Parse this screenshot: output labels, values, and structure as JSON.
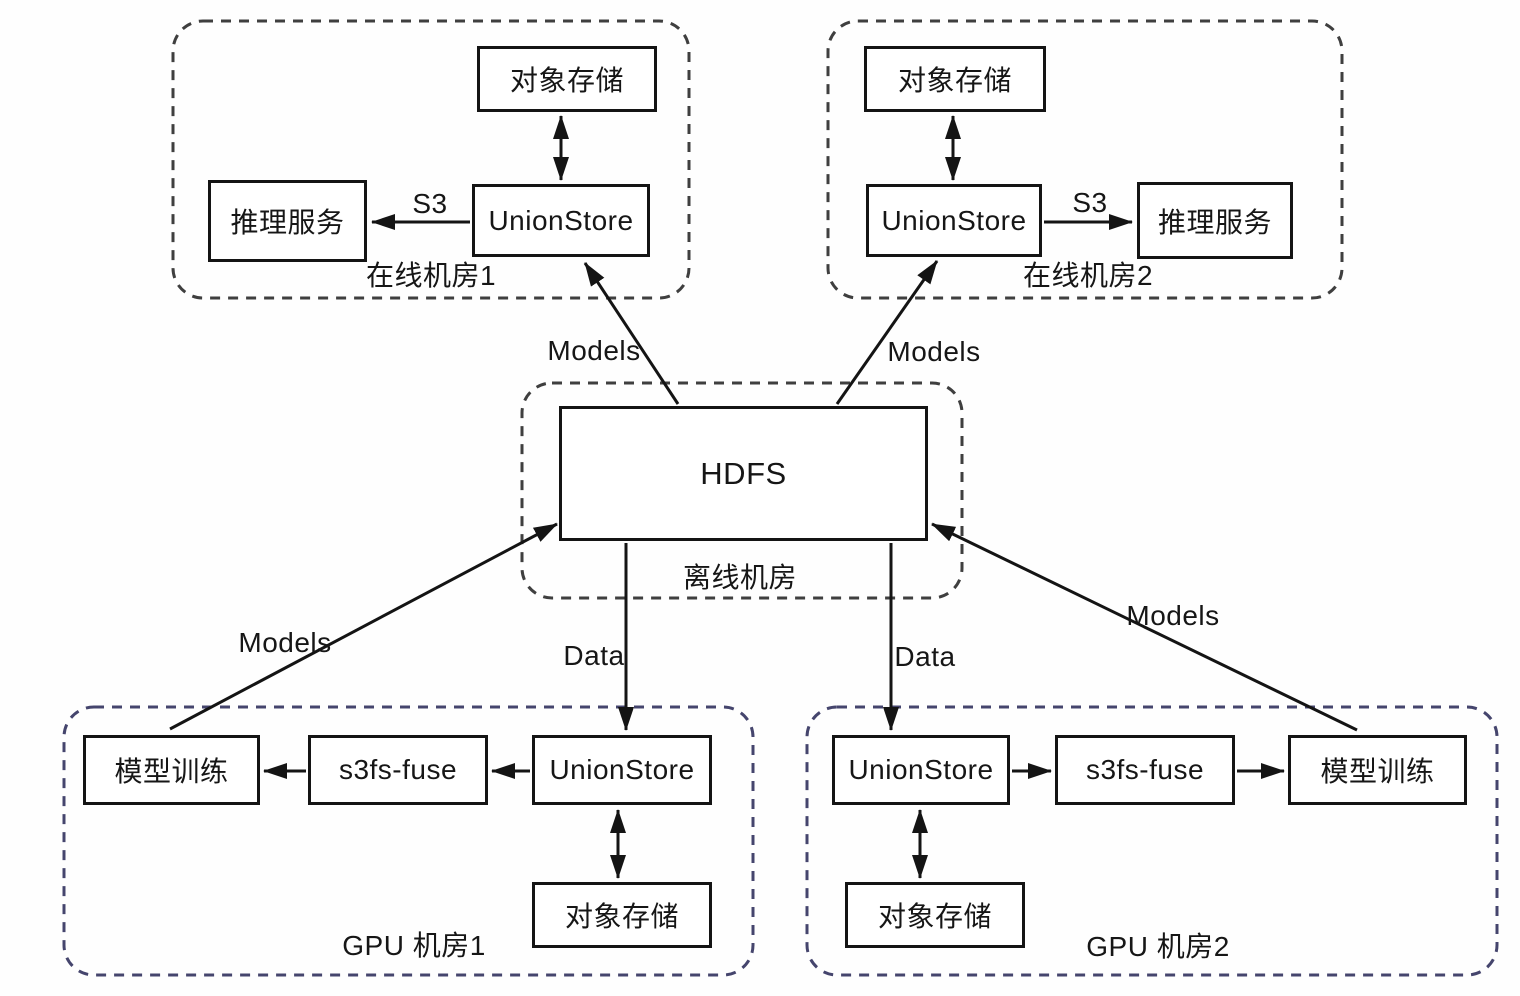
{
  "groups": {
    "online1": {
      "label": "在线机房1"
    },
    "online2": {
      "label": "在线机房2"
    },
    "offline": {
      "label": "离线机房"
    },
    "gpu1": {
      "label": "GPU 机房1"
    },
    "gpu2": {
      "label": "GPU 机房2"
    }
  },
  "nodes": {
    "online1_object_storage": "对象存储",
    "online1_unionstore": "UnionStore",
    "online1_inference": "推理服务",
    "online2_object_storage": "对象存储",
    "online2_unionstore": "UnionStore",
    "online2_inference": "推理服务",
    "hdfs": "HDFS",
    "gpu1_training": "模型训练",
    "gpu1_s3fs_fuse": "s3fs-fuse",
    "gpu1_unionstore": "UnionStore",
    "gpu1_object_storage": "对象存储",
    "gpu2_unionstore": "UnionStore",
    "gpu2_s3fs_fuse": "s3fs-fuse",
    "gpu2_training": "模型训练",
    "gpu2_object_storage": "对象存储"
  },
  "edge_labels": {
    "online1_s3": "S3",
    "online2_s3": "S3",
    "models_top_left": "Models",
    "models_top_right": "Models",
    "models_bottom_left": "Models",
    "models_bottom_right": "Models",
    "data_left": "Data",
    "data_right": "Data"
  },
  "colors": {
    "background": "#fefefe",
    "box_border": "#141414",
    "arrow": "#141414",
    "group_border_gray": "#3f3f3f",
    "group_border_indigo": "#45456d",
    "text": "#161616"
  }
}
